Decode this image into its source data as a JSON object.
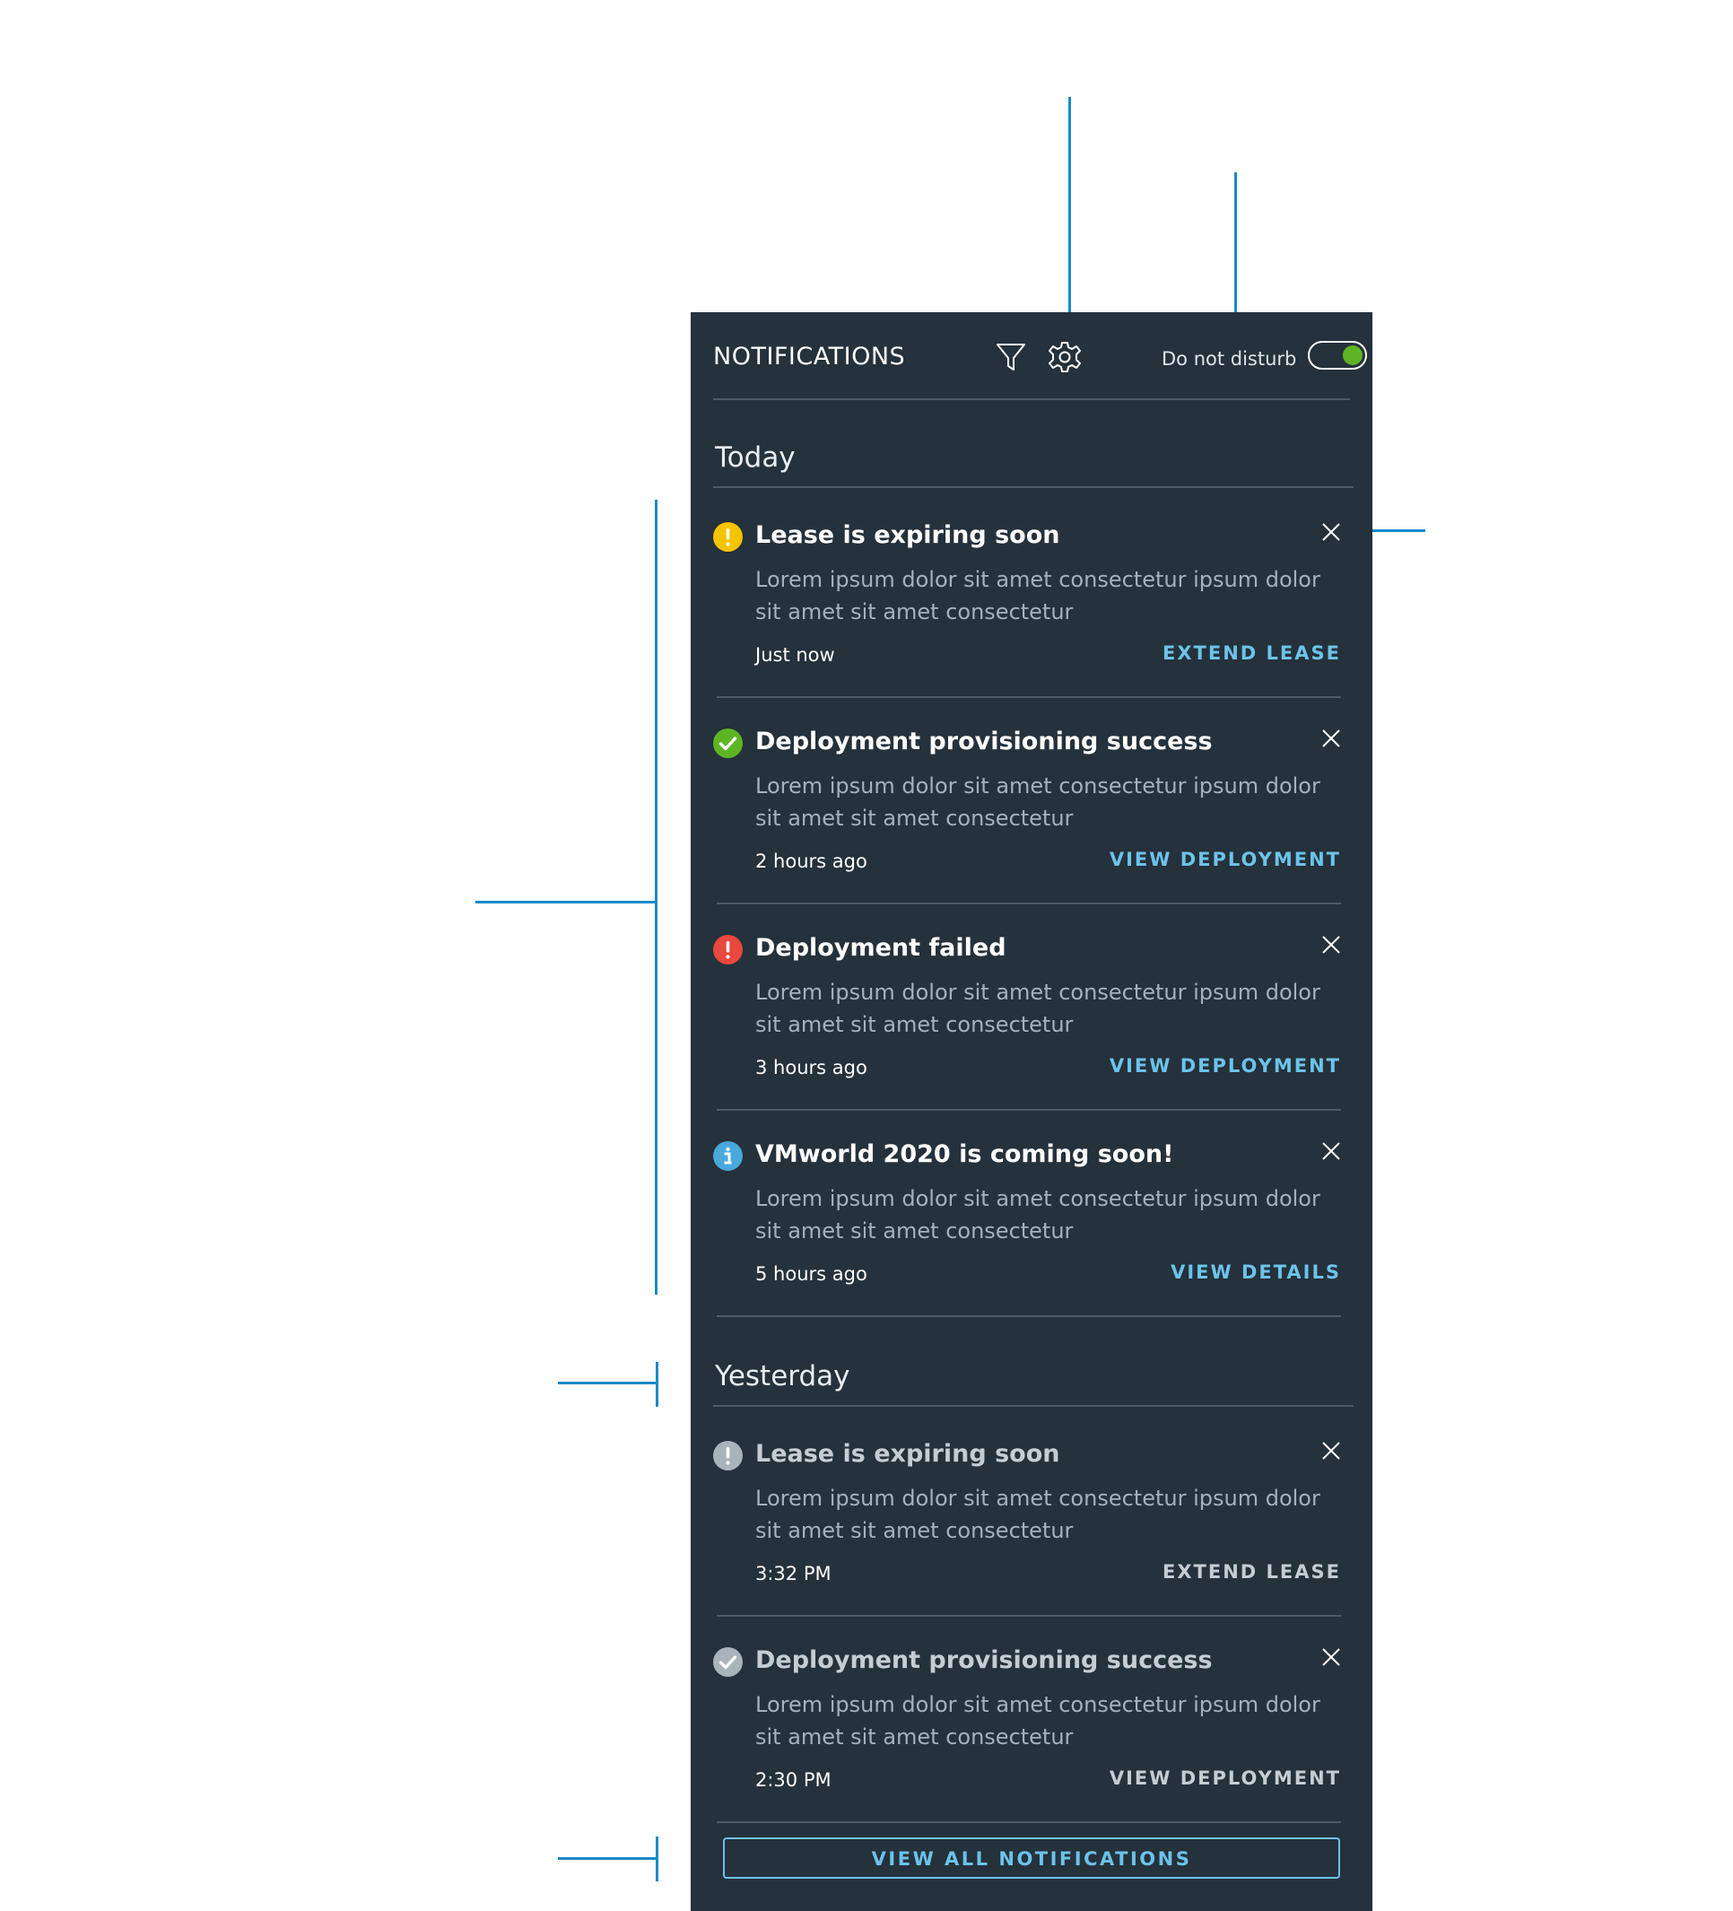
{
  "colors": {
    "panel_bg": "#25313b",
    "divider": "#4c5b66",
    "accent_link": "#6cc3ea",
    "callout_line": "#1b89c8",
    "warning": "#f5c400",
    "success": "#5eb524",
    "error": "#e8483e",
    "info": "#49a8dc",
    "read_icon": "#a9b3ba",
    "toggle_on": "#5eb524"
  },
  "header": {
    "title": "NOTIFICATIONS",
    "filter_icon": "filter-icon",
    "settings_icon": "gear-icon",
    "dnd_label": "Do not disturb",
    "dnd_enabled": true
  },
  "sections": [
    {
      "heading": "Today",
      "notifications": [
        {
          "status": "warning",
          "icon": "exclamation-circle-icon",
          "title": "Lease is expiring soon",
          "body": "Lorem ipsum dolor sit amet consectetur ipsum dolor sit amet sit amet consectetur",
          "time": "Just now",
          "action": "EXTEND LEASE",
          "read": false
        },
        {
          "status": "success",
          "icon": "check-circle-icon",
          "title": "Deployment provisioning success",
          "body": "Lorem ipsum dolor sit amet consectetur ipsum dolor sit amet sit amet consectetur",
          "time": "2 hours ago",
          "action": "VIEW DEPLOYMENT",
          "read": false
        },
        {
          "status": "error",
          "icon": "exclamation-circle-icon",
          "title": "Deployment failed",
          "body": "Lorem ipsum dolor sit amet consectetur ipsum dolor sit amet sit amet consectetur",
          "time": "3 hours ago",
          "action": "VIEW DEPLOYMENT",
          "read": false
        },
        {
          "status": "info",
          "icon": "info-circle-icon",
          "title": "VMworld 2020 is coming soon!",
          "body": "Lorem ipsum dolor sit amet consectetur ipsum dolor sit amet sit amet consectetur",
          "time": "5 hours ago",
          "action": "VIEW DETAILS",
          "read": false
        }
      ]
    },
    {
      "heading": "Yesterday",
      "notifications": [
        {
          "status": "read",
          "icon": "exclamation-circle-icon",
          "title": "Lease is expiring soon",
          "body": "Lorem ipsum dolor sit amet consectetur ipsum dolor sit amet sit amet consectetur",
          "time": "3:32 PM",
          "action": "EXTEND LEASE",
          "read": true
        },
        {
          "status": "read",
          "icon": "check-circle-icon",
          "title": "Deployment provisioning success",
          "body": "Lorem ipsum dolor sit amet consectetur ipsum dolor sit amet sit amet consectetur",
          "time": "2:30 PM",
          "action": "VIEW DEPLOYMENT",
          "read": true
        }
      ]
    }
  ],
  "footer": {
    "view_all_label": "VIEW ALL NOTIFICATIONS"
  }
}
